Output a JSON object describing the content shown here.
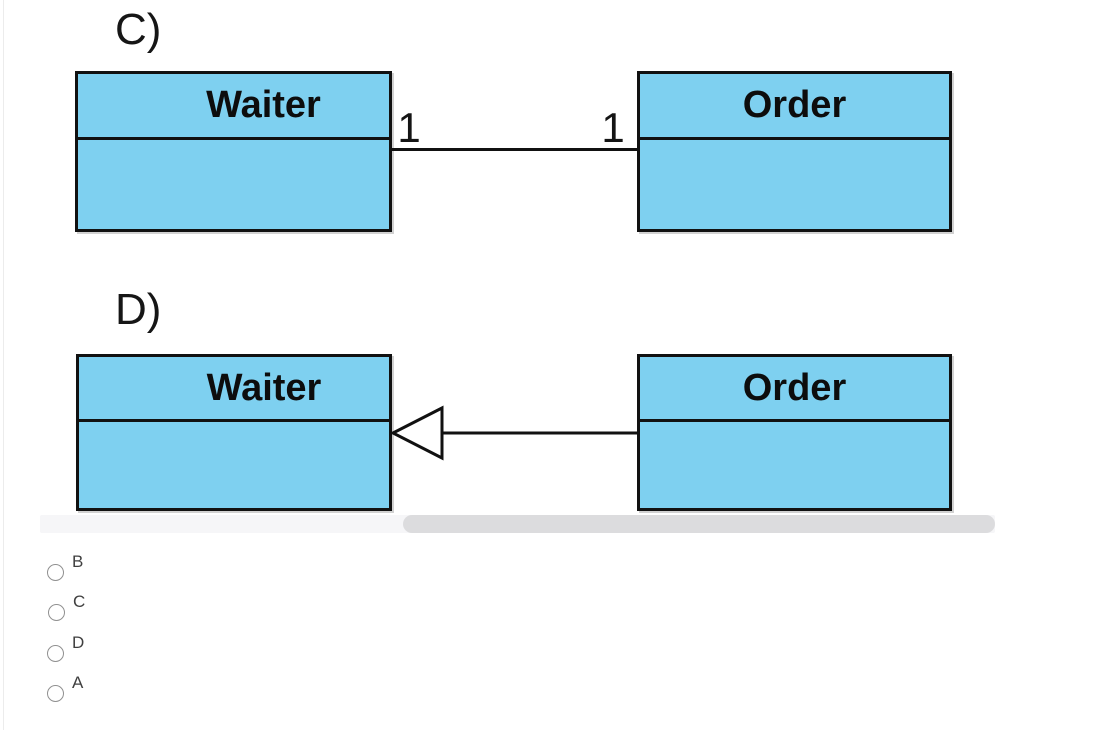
{
  "colors": {
    "class_fill": "#7ed0f0",
    "class_border": "#111111",
    "scroll_track": "#f6f6f8",
    "scroll_thumb": "#dcdcde"
  },
  "uml": {
    "sections": [
      {
        "label": "C)",
        "left_class": "Waiter",
        "right_class": "Order",
        "relation": "association",
        "left_multiplicity": "1",
        "right_multiplicity": "1"
      },
      {
        "label": "D)",
        "left_class": "Waiter",
        "right_class": "Order",
        "relation": "generalization"
      }
    ]
  },
  "choices": [
    {
      "label": "B",
      "selected": false
    },
    {
      "label": "C",
      "selected": false
    },
    {
      "label": "D",
      "selected": false
    },
    {
      "label": "A",
      "selected": false
    }
  ]
}
